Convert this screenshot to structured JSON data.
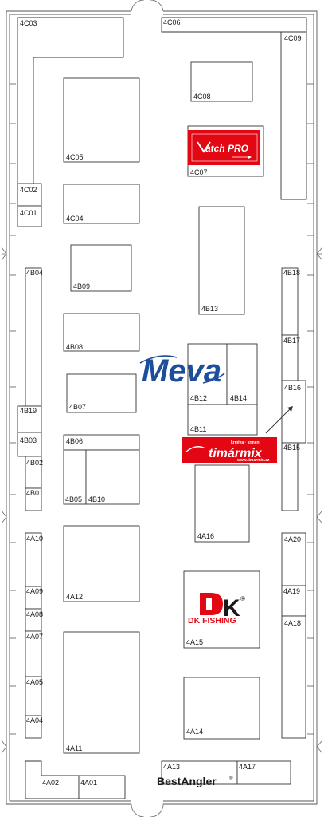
{
  "hall": {
    "booths": [
      {
        "id": "4C03",
        "label": "4C03"
      },
      {
        "id": "4C06",
        "label": "4C06"
      },
      {
        "id": "4C09",
        "label": "4C09"
      },
      {
        "id": "4C08",
        "label": "4C08"
      },
      {
        "id": "4C05",
        "label": "4C05"
      },
      {
        "id": "4C07",
        "label": "4C07"
      },
      {
        "id": "4C02",
        "label": "4C02"
      },
      {
        "id": "4C01",
        "label": "4C01"
      },
      {
        "id": "4C04",
        "label": "4C04"
      },
      {
        "id": "4B13",
        "label": "4B13"
      },
      {
        "id": "4B04",
        "label": "4B04"
      },
      {
        "id": "4B09",
        "label": "4B09"
      },
      {
        "id": "4B18",
        "label": "4B18"
      },
      {
        "id": "4B08",
        "label": "4B08"
      },
      {
        "id": "4B17",
        "label": "4B17"
      },
      {
        "id": "4B12",
        "label": "4B12"
      },
      {
        "id": "4B14",
        "label": "4B14"
      },
      {
        "id": "4B16",
        "label": "4B16"
      },
      {
        "id": "4B07",
        "label": "4B07"
      },
      {
        "id": "4B19",
        "label": "4B19"
      },
      {
        "id": "4B11",
        "label": "4B11"
      },
      {
        "id": "4B03",
        "label": "4B03"
      },
      {
        "id": "4B06",
        "label": "4B06"
      },
      {
        "id": "4B15",
        "label": "4B15"
      },
      {
        "id": "4B02",
        "label": "4B02"
      },
      {
        "id": "4B01",
        "label": "4B01"
      },
      {
        "id": "4B05",
        "label": "4B05"
      },
      {
        "id": "4B10",
        "label": "4B10"
      },
      {
        "id": "4A16",
        "label": "4A16"
      },
      {
        "id": "4A10",
        "label": "4A10"
      },
      {
        "id": "4A20",
        "label": "4A20"
      },
      {
        "id": "4A12",
        "label": "4A12"
      },
      {
        "id": "4A09",
        "label": "4A09"
      },
      {
        "id": "4A19",
        "label": "4A19"
      },
      {
        "id": "4A08",
        "label": "4A08"
      },
      {
        "id": "4A18",
        "label": "4A18"
      },
      {
        "id": "4A07",
        "label": "4A07"
      },
      {
        "id": "4A15",
        "label": "4A15"
      },
      {
        "id": "4A05",
        "label": "4A05"
      },
      {
        "id": "4A14",
        "label": "4A14"
      },
      {
        "id": "4A04",
        "label": "4A04"
      },
      {
        "id": "4A11",
        "label": "4A11"
      },
      {
        "id": "4A13",
        "label": "4A13"
      },
      {
        "id": "4A17",
        "label": "4A17"
      },
      {
        "id": "4A02",
        "label": "4A02"
      },
      {
        "id": "4A01",
        "label": "4A01"
      }
    ]
  },
  "logos": {
    "matchpro": {
      "text": "atch PRO",
      "color": "#e30613"
    },
    "meva": {
      "text": "Meva",
      "color": "#1b4f9c"
    },
    "timarmix": {
      "top": "krmiva · krmení",
      "main": "timármix",
      "url": "www.timarmix.cz",
      "color": "#e30613"
    },
    "dk": {
      "mark": "K",
      "name": "DK FISHING",
      "reg": "®",
      "red": "#e30613",
      "dark": "#1a1a1a"
    },
    "bestangler": {
      "text": "BestAngler",
      "reg": "®"
    }
  }
}
